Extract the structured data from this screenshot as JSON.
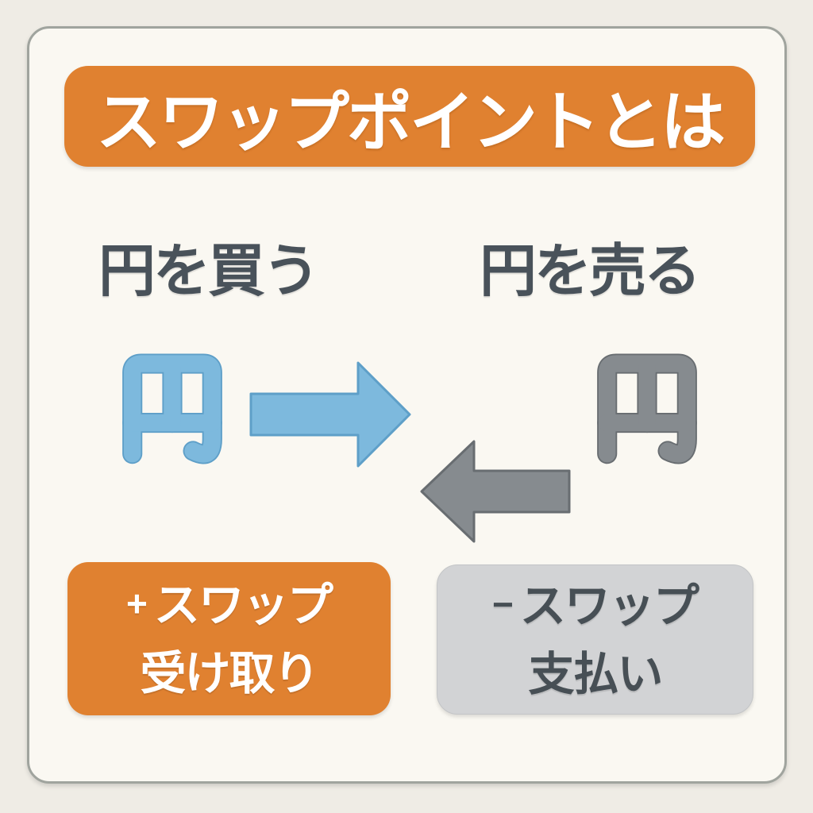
{
  "header": {
    "title": "スワップポイントとは"
  },
  "diagram": {
    "buy_label": "円を買う",
    "sell_label": "円を売る",
    "buy_symbol": "円",
    "sell_symbol": "円",
    "buy_arrow_icon": "right-arrow",
    "sell_arrow_icon": "left-arrow"
  },
  "results": {
    "receive": {
      "sign": "+",
      "word": "スワップ",
      "line2": "受け取り"
    },
    "pay": {
      "sign": "−",
      "word": "スワップ",
      "line2": "支払い"
    }
  },
  "colors": {
    "background": "#efece5",
    "card_background": "#faf8f2",
    "card_border": "#a0a49e",
    "accent_orange": "#e08130",
    "accent_blue": "#7db9dd",
    "accent_blue_edge": "#5e9fc8",
    "neutral_gray": "#868b8f",
    "neutral_gray_edge": "#686d71",
    "gray_box_background": "#d2d3d5",
    "dark_text": "#49525a",
    "white_text": "#ffffff"
  }
}
